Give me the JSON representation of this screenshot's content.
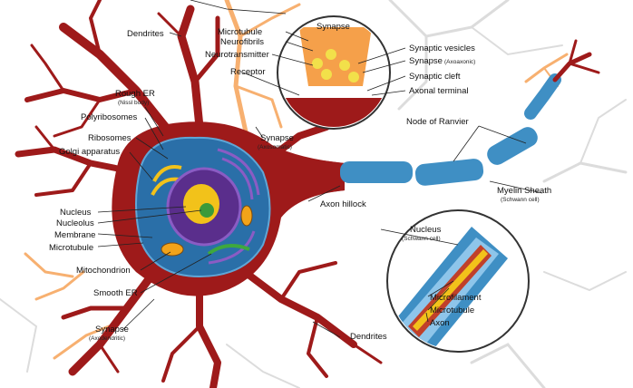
{
  "labels": {
    "dendrites_top": "Dendrites",
    "rough_er": "Rough ER",
    "rough_er_sub": "(Nissl body)",
    "polyribosomes": "Polyribosomes",
    "ribosomes": "Ribosomes",
    "golgi": "Golgi apparatus",
    "nucleus": "Nucleus",
    "nucleolus": "Nucleolus",
    "membrane": "Membrane",
    "microtubule_left": "Microtubule",
    "mitochondrion": "Mitochondrion",
    "smooth_er": "Smooth ER",
    "synapse_axodendritic": "Synapse",
    "synapse_axodendritic_sub": "(Axodendritic)",
    "dendrites_bottom": "Dendrites",
    "microtubule_top": "Microtubule",
    "neurofibrils": "Neurofibrils",
    "neurotransmitter": "Neurotransmitter",
    "receptor": "Receptor",
    "synapse_axosomatic": "Synapse",
    "synapse_axosomatic_sub": "(Axosomatic)",
    "synapse_circle": "Synapse",
    "synaptic_vesicles": "Synaptic vesicles",
    "synapse_axoaxonic": "Synapse",
    "synapse_axoaxonic_sub": "(Axoaxonic)",
    "synaptic_cleft": "Synaptic cleft",
    "axonal_terminal": "Axonal terminal",
    "node_of_ranvier": "Node of Ranvier",
    "myelin_sheath": "Myelin Sheath",
    "myelin_sheath_sub": "(Schwann cell)",
    "axon_hillock": "Axon hillock",
    "schwann_nucleus": "Nucleus",
    "schwann_nucleus_sub": "(Schwann cell)",
    "microfilament": "Microfilament",
    "microtubule_axon": "Microtubule",
    "axon": "Axon"
  },
  "colors": {
    "neuron_red": "#9e1a1a",
    "dendrite_orange": "#f7b070",
    "myelin_blue": "#3f8fc4",
    "nucleus_purple": "#5a2e8c",
    "nucleolus_yellow": "#f2c21a",
    "cytoplasm_blue": "#2a6fa8",
    "background_grey": "#d9d9d9"
  }
}
